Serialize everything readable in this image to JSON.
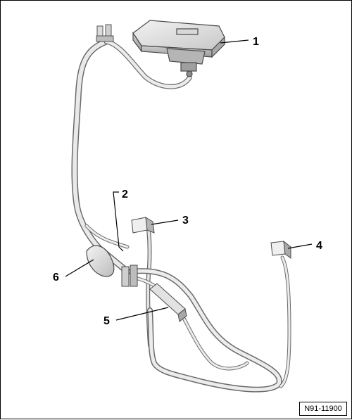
{
  "figure": {
    "reference": "N91-11900",
    "callouts": [
      {
        "id": "1",
        "label": "1"
      },
      {
        "id": "2",
        "label": "2"
      },
      {
        "id": "3",
        "label": "3"
      },
      {
        "id": "4",
        "label": "4"
      },
      {
        "id": "5",
        "label": "5"
      },
      {
        "id": "6",
        "label": "6"
      }
    ]
  }
}
